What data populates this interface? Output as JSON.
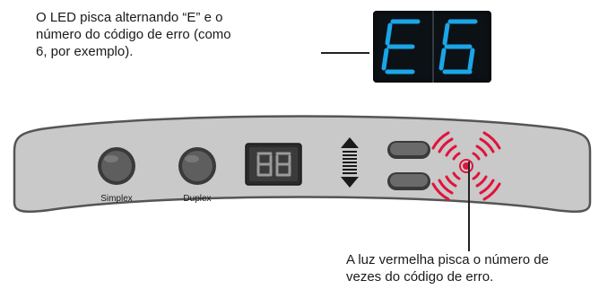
{
  "captions": {
    "top_line1": "O LED pisca alternando “E” e o",
    "top_line2": "número do código de erro (como",
    "top_line3": "6, por exemplo).",
    "bottom_line1": "A luz vermelha pisca o número de",
    "bottom_line2": "vezes do código de erro."
  },
  "panel": {
    "simplex_label": "Simplex",
    "duplex_label": "Duplex"
  },
  "led_display": {
    "digit1": "E",
    "digit2": "6"
  },
  "colors": {
    "led_digit": "#1aa6e8",
    "panel_fill": "#c9c9c9",
    "panel_stroke": "#555555",
    "alert_red": "#e0143c",
    "button_fill": "#5e5e5e"
  }
}
